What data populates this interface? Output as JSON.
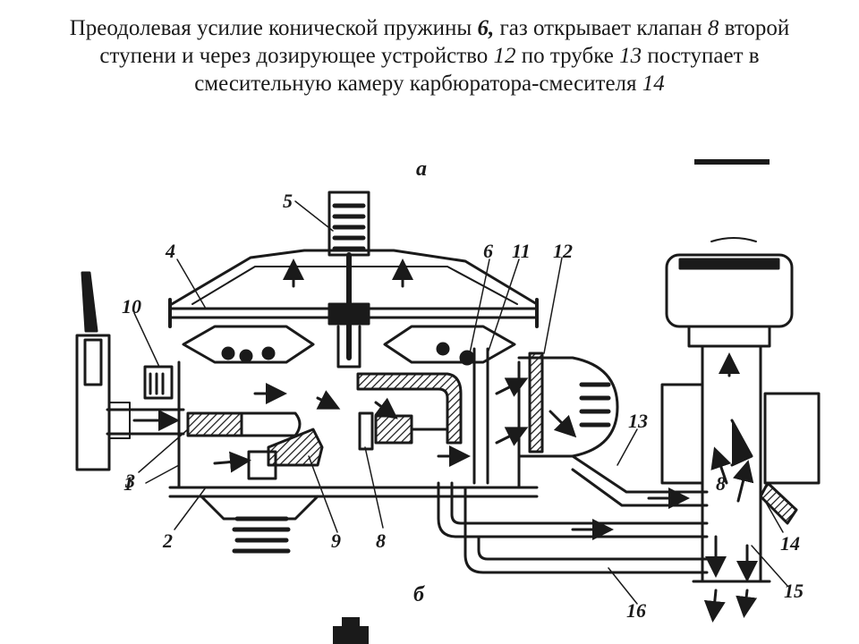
{
  "caption": {
    "p1": "Преодолевая усилие конической пружины ",
    "n1": "6,",
    "p2": " газ открывает клапан ",
    "n2": "8",
    "p3": " второй ступени и через дозирующее устройство ",
    "n3": "12",
    "p4": " по трубке ",
    "n4": "13",
    "p5": " поступает в смесительную камеру карбюратора-смесителя ",
    "n5": "14"
  },
  "diagram": {
    "view_a": "а",
    "view_b": "б",
    "labels": {
      "l1": "1",
      "l2": "2",
      "l3": "3",
      "l4": "4",
      "l5": "5",
      "l6": "6",
      "l8": "8",
      "l8b": "8",
      "l9": "9",
      "l10": "10",
      "l11": "11",
      "l12": "12",
      "l13": "13",
      "l14": "14",
      "l15": "15",
      "l16": "16"
    }
  }
}
